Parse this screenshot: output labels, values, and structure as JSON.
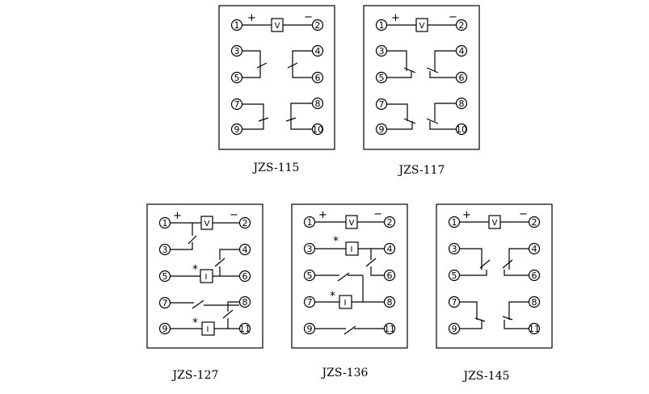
{
  "symbols": {
    "plus": "+",
    "minus": "−",
    "asterisk": "*",
    "voltage_coil": "V",
    "current_coil": "I"
  },
  "relays": [
    {
      "id": "jzs115",
      "label": "JZS-115",
      "terminals": [
        "1",
        "2",
        "3",
        "4",
        "5",
        "6",
        "7",
        "8",
        "9",
        "10"
      ]
    },
    {
      "id": "jzs117",
      "label": "JZS-117",
      "terminals": [
        "1",
        "2",
        "3",
        "4",
        "5",
        "6",
        "7",
        "8",
        "9",
        "10"
      ]
    },
    {
      "id": "jzs127",
      "label": "JZS-127",
      "terminals": [
        "1",
        "2",
        "3",
        "4",
        "5",
        "6",
        "7",
        "8",
        "9",
        "11"
      ]
    },
    {
      "id": "jzs136",
      "label": "JZS-136",
      "terminals": [
        "1",
        "2",
        "3",
        "4",
        "5",
        "6",
        "7",
        "8",
        "9",
        "11"
      ]
    },
    {
      "id": "jzs145",
      "label": "JZS-145",
      "terminals": [
        "1",
        "2",
        "3",
        "4",
        "5",
        "6",
        "7",
        "8",
        "9",
        "11"
      ]
    }
  ]
}
